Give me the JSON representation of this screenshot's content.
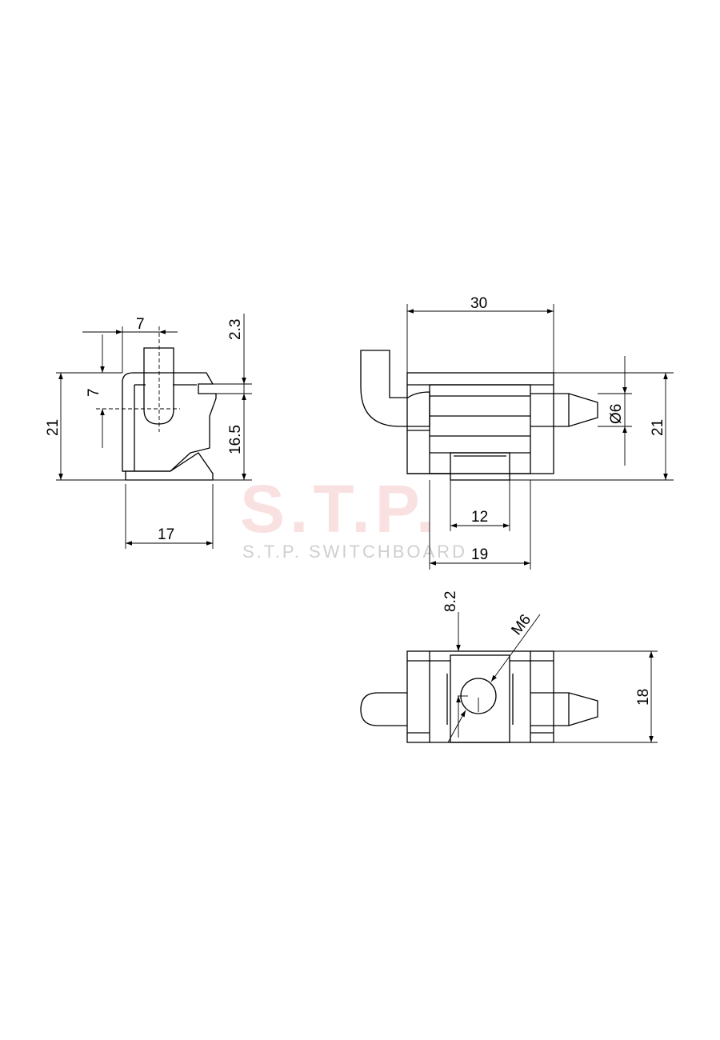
{
  "watermark": {
    "brand": "S.T.P.",
    "tagline": "S.T.P. SWITCHBOARD"
  },
  "side_view": {
    "dims": {
      "width_top": "7",
      "pin_offset": "7",
      "height_total": "21",
      "gap": "2.3",
      "lower": "16.5",
      "base_width": "17"
    }
  },
  "front_view": {
    "dims": {
      "length": "30",
      "pin_dia": "Ø6",
      "height": "21",
      "slot": "12",
      "body": "19"
    }
  },
  "top_view": {
    "dims": {
      "offset": "8.2",
      "thread": "M6",
      "depth": "18"
    }
  }
}
